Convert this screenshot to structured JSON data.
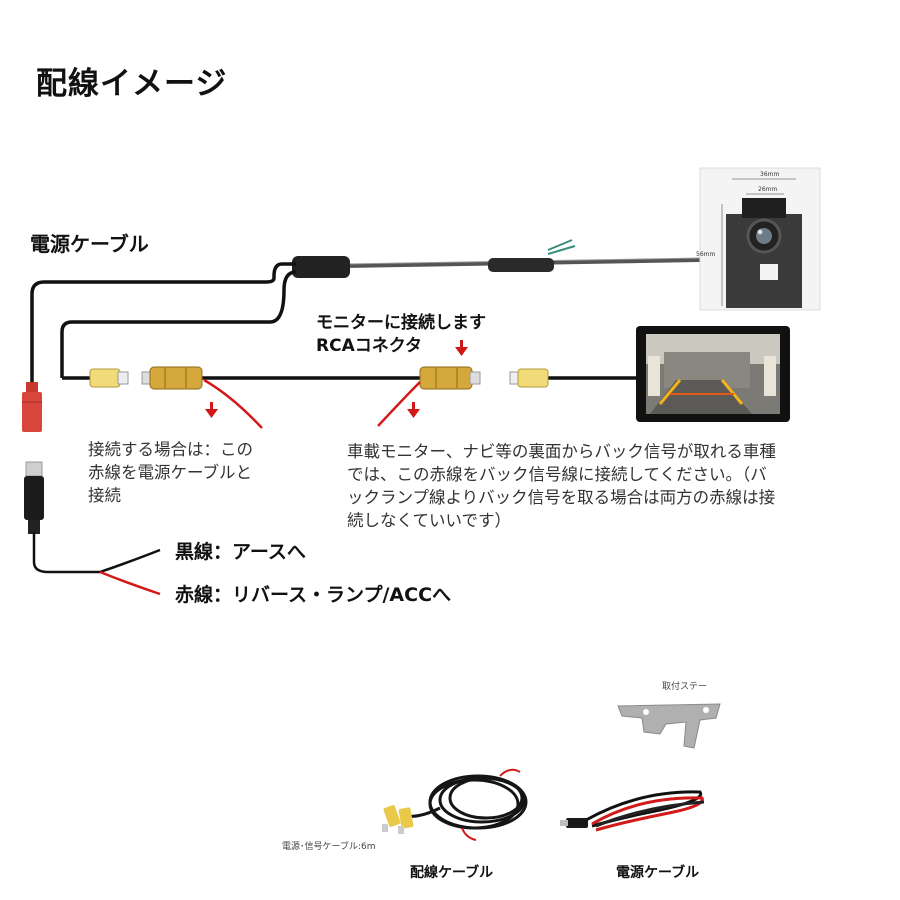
{
  "title": "配線イメージ",
  "power_cable_label": "電源ケーブル",
  "rca_label": {
    "line1": "モニターに接続します",
    "line2": "RCAコネクタ"
  },
  "note_left": {
    "line1": "接続する場合は：この",
    "line2": "赤線を電源ケーブルと",
    "line3": "接続"
  },
  "note_right": {
    "line1": "車載モニター、ナビ等の裏面からバック信号が取れる車種",
    "line2": "では、この赤線をバック信号線に接続してください。（バ",
    "line3": "ックランプ線よりバック信号を取る場合は両方の赤線は接",
    "line4": "続しなくていいです）"
  },
  "black_wire_label": "黒線：アースへ",
  "red_wire_label": "赤線：リバース・ランプ/ACCへ",
  "camera_dims": {
    "width_outer": "36mm",
    "width_inner": "26mm",
    "height": "56mm"
  },
  "bracket_label": "取付ステー",
  "cable_spec_label": "電源･信号ケーブル:6m",
  "wiring_cable_caption": "配線ケーブル",
  "power_cable_caption": "電源ケーブル",
  "colors": {
    "wire_black": "#1a1a1a",
    "wire_red": "#d21a1a",
    "rca_yellow": "#e8c94a",
    "rca_gold": "#c9a035",
    "arrow_red": "#d01818",
    "power_plug_red": "#d9463c"
  }
}
